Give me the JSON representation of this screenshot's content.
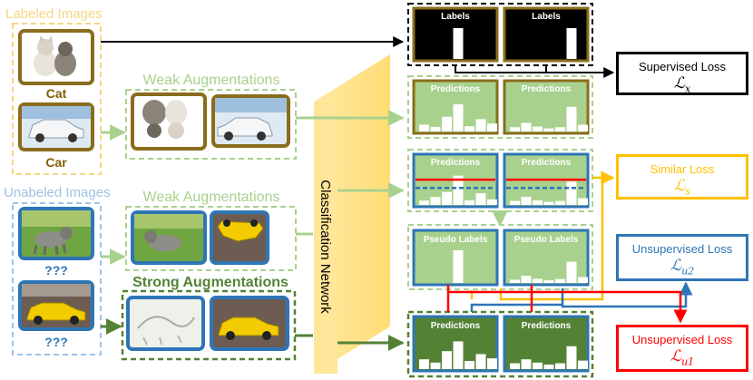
{
  "labeled": {
    "title": "Labeled Images",
    "items": [
      "Cat",
      "Car"
    ]
  },
  "unlabeled": {
    "title": "Unabeled Images",
    "items": [
      "???",
      "???"
    ]
  },
  "augmentations": {
    "weak_labeled": "Weak Augmentations",
    "weak_unlabeled": "Weak Augmentations",
    "strong": "Strong Augmentations"
  },
  "network": {
    "label": "Classification  Network"
  },
  "panels": {
    "labels": "Labels",
    "predictions": "Predictions",
    "pseudo_labels": "Pseudo Labels"
  },
  "losses": {
    "supervised": {
      "title": "Supervised Loss",
      "symbol": "ℒ",
      "sub": "x"
    },
    "similar": {
      "title": "Similar Loss",
      "symbol": "ℒ",
      "sub": "s"
    },
    "unsup2": {
      "title": "Unsupervised Loss",
      "symbol": "ℒ",
      "sub": "u2"
    },
    "unsup1": {
      "title": "Unsupervised Loss",
      "symbol": "ℒ",
      "sub": "u1"
    }
  },
  "colors": {
    "labeled": "#f6d683",
    "labeled_frame": "#8a6d1c",
    "weak": "#a9d18e",
    "strong": "#548235",
    "unlabeled": "#9dc3e6",
    "unlabeled_frame": "#2e75b6",
    "network": "#ffe699",
    "similar": "#ffc000",
    "unsup2": "#2e75b6",
    "unsup1": "#ff0000",
    "panel_black": "#000000",
    "panel_light": "#a9d18e",
    "panel_dark": "#548235"
  },
  "bars": {
    "labels": [
      [
        0,
        0,
        0,
        1,
        0,
        0,
        0
      ],
      [
        0,
        0,
        0,
        0,
        0,
        1,
        0
      ]
    ],
    "pred_labeled": [
      [
        0.22,
        0.15,
        0.48,
        0.88,
        0.17,
        0.4,
        0.26
      ],
      [
        0.14,
        0.28,
        0.16,
        0.1,
        0.14,
        0.8,
        0.22
      ]
    ],
    "pred_weak": [
      [
        0.14,
        0.26,
        0.42,
        0.95,
        0.15,
        0.38,
        0.18
      ],
      [
        0.13,
        0.26,
        0.15,
        0.1,
        0.13,
        0.76,
        0.22
      ]
    ],
    "pseudo": [
      [
        0,
        0,
        0,
        1,
        0,
        0,
        0
      ],
      [
        0.1,
        0.22,
        0.13,
        0.08,
        0.12,
        0.65,
        0.18
      ]
    ],
    "pred_strong": [
      [
        0.3,
        0.2,
        0.55,
        0.85,
        0.25,
        0.46,
        0.33
      ],
      [
        0.18,
        0.3,
        0.2,
        0.14,
        0.18,
        0.7,
        0.26
      ]
    ]
  },
  "thresholds": {
    "upper": 0.82,
    "lower": 0.55
  }
}
